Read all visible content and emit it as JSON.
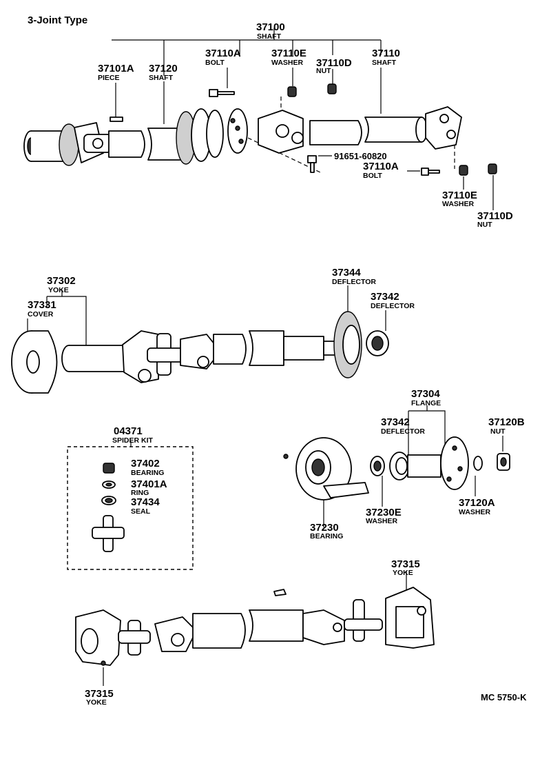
{
  "title": "3-Joint Type",
  "diagram_code": "MC 5750-K",
  "labels": {
    "p37100": {
      "num": "37100",
      "name": "SHAFT"
    },
    "p37101A": {
      "num": "37101A",
      "name": "PIECE"
    },
    "p37120": {
      "num": "37120",
      "name": "SHAFT"
    },
    "p37110A_top": {
      "num": "37110A",
      "name": "BOLT"
    },
    "p37110E_top": {
      "num": "37110E",
      "name": "WASHER"
    },
    "p37110D_top": {
      "num": "37110D",
      "name": "NUT"
    },
    "p37110": {
      "num": "37110",
      "name": "SHAFT"
    },
    "p91651": {
      "num": "91651-60820"
    },
    "p37110A_r": {
      "num": "37110A",
      "name": "BOLT"
    },
    "p37110E_r": {
      "num": "37110E",
      "name": "WASHER"
    },
    "p37110D_r": {
      "num": "37110D",
      "name": "NUT"
    },
    "p37302": {
      "num": "37302",
      "name": "YOKE"
    },
    "p37331": {
      "num": "37331",
      "name": "COVER"
    },
    "p37344": {
      "num": "37344",
      "name": "DEFLECTOR"
    },
    "p37342_mid": {
      "num": "37342",
      "name": "DEFLECTOR"
    },
    "p04371": {
      "num": "04371",
      "name": "SPIDER KIT"
    },
    "p37402": {
      "num": "37402",
      "name": "BEARING"
    },
    "p37401A": {
      "num": "37401A",
      "name": "RING"
    },
    "p37434": {
      "num": "37434",
      "name": "SEAL"
    },
    "p37304": {
      "num": "37304",
      "name": "FLANGE"
    },
    "p37342_low": {
      "num": "37342",
      "name": "DEFLECTOR"
    },
    "p37120B": {
      "num": "37120B",
      "name": "NUT"
    },
    "p37230": {
      "num": "37230",
      "name": "BEARING"
    },
    "p37230E": {
      "num": "37230E",
      "name": "WASHER"
    },
    "p37120A": {
      "num": "37120A",
      "name": "WASHER"
    },
    "p37315_top": {
      "num": "37315",
      "name": "YOKE"
    },
    "p37315_bot": {
      "num": "37315",
      "name": "YOKE"
    }
  }
}
